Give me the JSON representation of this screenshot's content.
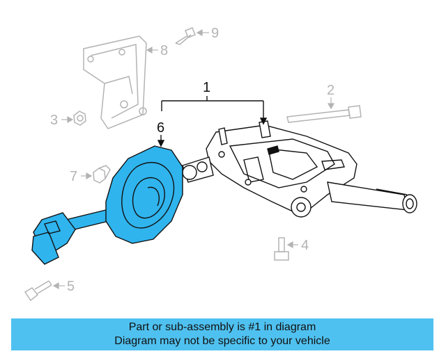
{
  "callouts": {
    "c1": "1",
    "c2": "2",
    "c3": "3",
    "c4": "4",
    "c5": "5",
    "c6": "6",
    "c7": "7",
    "c8": "8",
    "c9": "9"
  },
  "banner": {
    "line1": "Part or sub-assembly is #1 in diagram",
    "line2": "Diagram may not be specific to your vehicle"
  },
  "colors": {
    "highlight": "#2fb4ee",
    "banner": "#4fc1f0",
    "gray_parts": "#b3b3b3",
    "line": "#111111"
  }
}
